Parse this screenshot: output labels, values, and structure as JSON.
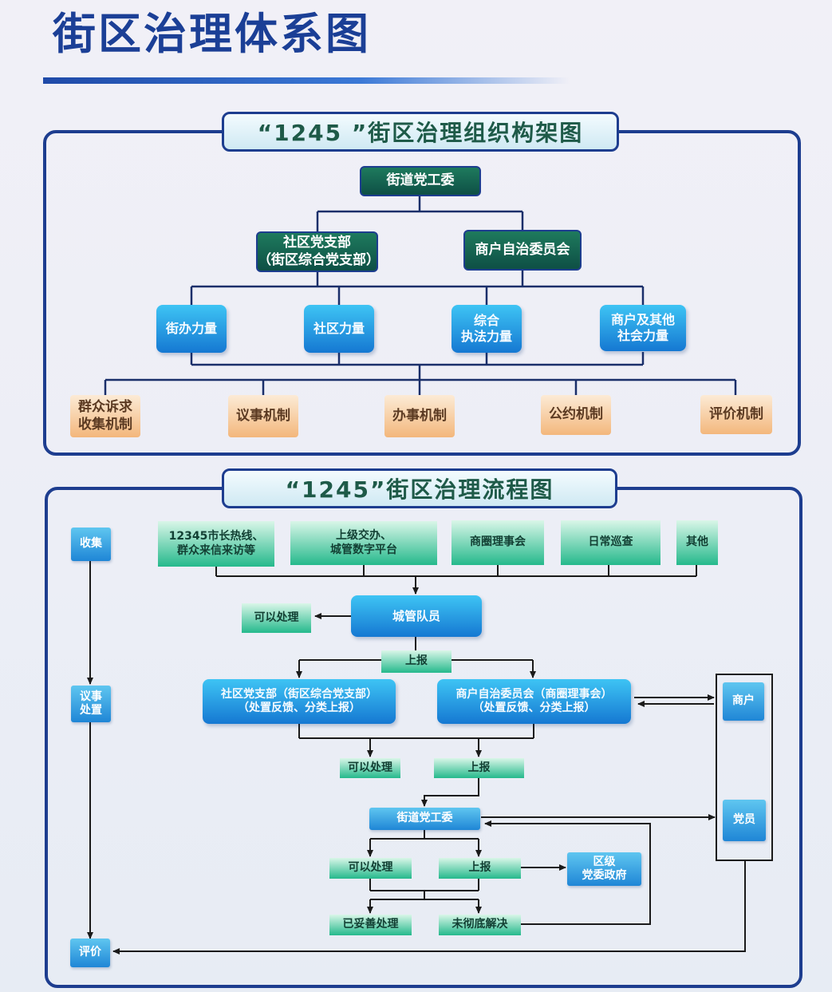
{
  "main_title": "街区治理体系图",
  "org": {
    "title": "“1245 ”街区治理组织构架图",
    "party_committee": "街道党工委",
    "community_branch": "社区党支部\n（街区综合党支部）",
    "merchant_committee": "商户自治委员会",
    "forces": [
      "街办力量",
      "社区力量",
      "综合\n执法力量",
      "商户及其他\n社会力量"
    ],
    "mechanisms": [
      "群众诉求\n收集机制",
      "议事机制",
      "办事机制",
      "公约机制",
      "评价机制"
    ]
  },
  "flow": {
    "title": "“1245”街区治理流程图",
    "stages": [
      "收集",
      "议事\n处置",
      "评价"
    ],
    "sources": [
      "12345市长热线、\n群众来信来访等",
      "上级交办、\n城管数字平台",
      "商圈理事会",
      "日常巡查",
      "其他"
    ],
    "city_officer": "城管队员",
    "can_handle": "可以处理",
    "report": "上报",
    "community_branch_box": "社区党支部（街区综合党支部）\n（处置反馈、分类上报）",
    "merchant_committee_box": "商户自治委员会（商圈理事会）\n（处置反馈、分类上报）",
    "merchant": "商户",
    "party_member": "党员",
    "party_committee": "街道党工委",
    "district": "区级\n党委政府",
    "resolved": "已妥善处理",
    "unresolved": "未彻底解决"
  },
  "colors": {
    "frame": "#1d3d8f",
    "title_blue": "#1b3f96",
    "dark_green": "#0e4f45",
    "blue_box": "#1578d2",
    "green_box": "#25b98c",
    "orange_box": "#f3b77c"
  }
}
